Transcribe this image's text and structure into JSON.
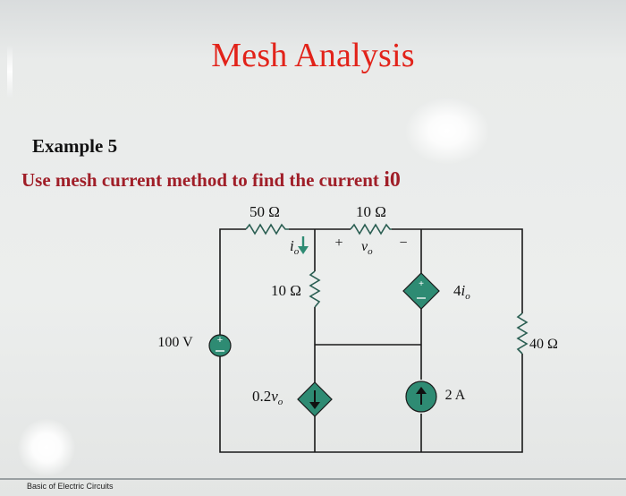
{
  "slide": {
    "title": "Mesh Analysis",
    "example_label": "Example 5",
    "task_text": "Use mesh current method to find the current ",
    "task_variable": "i0",
    "footer": "Basic of Electric Circuits"
  },
  "circuit": {
    "resistor_top_left": "50 Ω",
    "resistor_top_right": "10 Ω",
    "resistor_middle": "10 Ω",
    "resistor_right": "40 Ω",
    "voltage_source": "100 V",
    "current_label_base": "i",
    "current_label_sub": "o",
    "voltage_plus": "+",
    "voltage_minus": "−",
    "voltage_label_base": "v",
    "voltage_label_sub": "o",
    "dep_voltage_gain": "4",
    "dep_voltage_base": "i",
    "dep_voltage_sub": "o",
    "dep_current_gain": "0.2",
    "dep_current_base": "v",
    "dep_current_sub": "o",
    "current_source": "2 A",
    "colors": {
      "source_fill": "#2e8b73",
      "wire": "#1a1a1a",
      "title": "#e2231a",
      "task": "#a01e28"
    }
  }
}
